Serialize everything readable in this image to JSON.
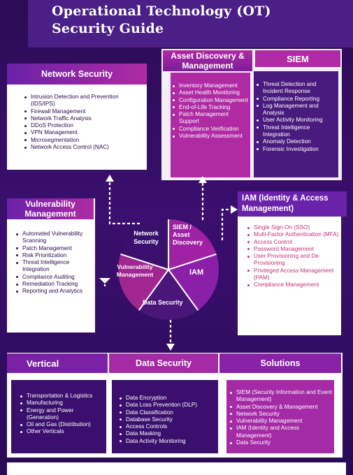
{
  "title_line1": "Operational Technology (OT)",
  "title_line2": "Security Guide",
  "network_security": {
    "title": "Network Security",
    "items": [
      "Intrusion Detection and Prevention (IDS/IPS)",
      "Firewall Management",
      "Network Traffic Analysis",
      "DDoS Protection",
      "VPN Management",
      "Microsegmentation",
      "Network Access Control (NAC)"
    ]
  },
  "asset_discovery": {
    "title": "Asset Discovery & Management",
    "items": [
      "Inventory Management",
      "Asset Health Monitoring",
      "Configuration Management",
      "End-of-Life Tracking",
      "Patch Management Support",
      "Compliance Verification",
      "Vulnerability Assessment"
    ]
  },
  "siem": {
    "title": "SIEM",
    "items": [
      "Threat Detection and Incident Response",
      "Compliance Reporting",
      "Log Management and Analysis",
      "User Activity Monitoring",
      "Threat Intelligence Integration",
      "Anomaly Detection",
      "Forensic Investigation"
    ]
  },
  "vulnerability": {
    "title": "Vulnerability Management",
    "items": [
      "Automated Vulnerability Scanning",
      "Patch Management",
      "Risk Prioritization",
      "Threat Intelligence Integration",
      "Compliance Auditing",
      "Remediation Tracking",
      "Reporting and Analytics"
    ]
  },
  "iam": {
    "title": "IAM (Identity & Access Management)",
    "items": [
      "Single Sign-On (SSO)",
      "Multi-Factor Authentication (MFA)",
      "Access Control",
      "Password Management",
      "User Provisioning and De-Provisioning",
      "Privileged Access Management (PAM)",
      "Compliance Management"
    ]
  },
  "pie": {
    "network_security": "Network Security",
    "siem_asset": "SIEM / Asset Discovery",
    "iam": "IAM",
    "data_security": "Data Security",
    "vulnerability": "Vulnerability Management"
  },
  "bottom": {
    "vertical_title": "Vertical",
    "data_security_title": "Data Security",
    "solutions_title": "Solutions",
    "vertical_items": [
      "Transportation & Logistics",
      "Manufacturing",
      "Energy and Power (Generation)",
      "Oil and Gas (Distribution)",
      "Other Verticals"
    ],
    "data_security_items": [
      "Data Encryption",
      "Data Loss Prevention (DLP)",
      "Data Classification",
      "Database Security",
      "Access Controls",
      "Data Masking",
      "Data Activity Monitoring"
    ],
    "solutions_items": [
      "SIEM (Security Information and Event Management)",
      "Asset Discovery & Management",
      "Network Security",
      "Vulnerability Management",
      "IAM (Identity and Access Management)",
      "Data Security"
    ]
  },
  "colors": {
    "background": "#2b0c55",
    "magenta": "#b02aa4",
    "purple": "#6a22a8",
    "dark_purple": "#3a0f6e",
    "pink_text": "#c2307a"
  }
}
